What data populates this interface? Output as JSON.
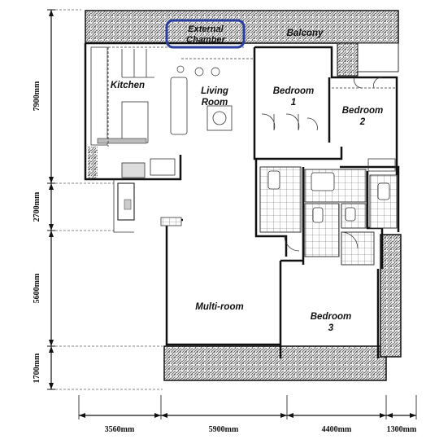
{
  "rooms": {
    "external_chamber_line1": "External",
    "external_chamber_line2": "Chamber",
    "balcony": "Balcony",
    "kitchen": "Kitchen",
    "living_room_line1": "Living",
    "living_room_line2": "Room",
    "bedroom1_line1": "Bedroom",
    "bedroom1_line2": "1",
    "bedroom2_line1": "Bedroom",
    "bedroom2_line2": "2",
    "multi_room": "Multi-room",
    "bedroom3_line1": "Bedroom",
    "bedroom3_line2": "3"
  },
  "dimensions": {
    "vertical": [
      "7900mm",
      "2700mm",
      "5600mm",
      "1700mm"
    ],
    "horizontal": [
      "3560mm",
      "5900mm",
      "4400mm",
      "1300mm"
    ]
  },
  "colors": {
    "chamber_highlight": "#2b3f9e",
    "wall": "#111111",
    "hatch": "#777777"
  }
}
